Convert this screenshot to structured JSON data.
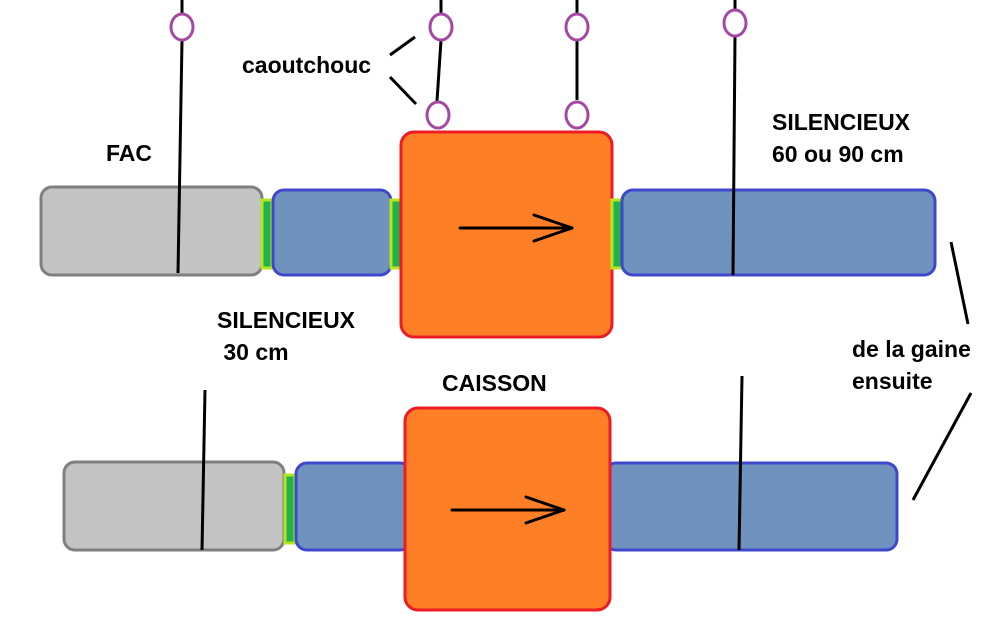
{
  "labels": {
    "fac": "FAC",
    "caoutchouc": "caoutchouc",
    "silencieux_long_line1": "SILENCIEUX",
    "silencieux_long_line2": "60 ou 90 cm",
    "silencieux_short_line1": "SILENCIEUX",
    "silencieux_short_line2": " 30 cm",
    "caisson": "CAISSON",
    "gaine_line1": "de la gaine",
    "gaine_line2": "ensuite"
  },
  "colors": {
    "fac_fill": "#c3c3c3",
    "fac_stroke": "#7f7f7f",
    "silencieux_fill": "#7092be",
    "silencieux_stroke": "#3f48cc",
    "caisson_fill": "#ff7f27",
    "caisson_stroke": "#ed1c24",
    "joint_fill": "#22b14c",
    "joint_stroke": "#b5e61d",
    "caoutchouc_ring": "#a349a4",
    "line": "#000000"
  }
}
